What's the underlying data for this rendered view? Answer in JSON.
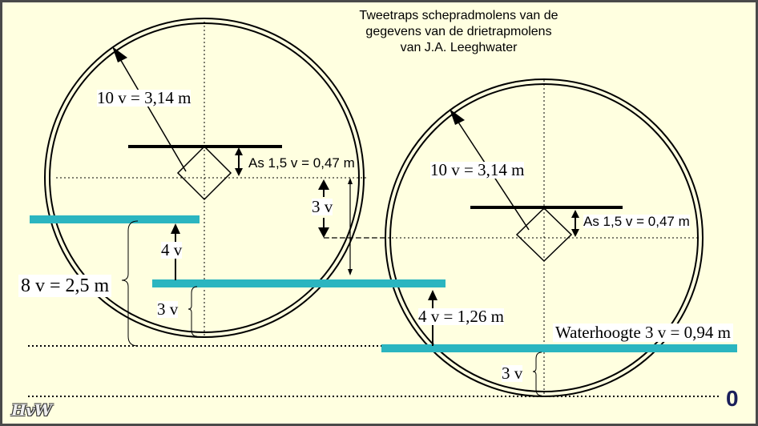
{
  "title_lines": [
    "Tweetraps schepradmolens van de",
    "gegevens van de drietrapmolens",
    "van J.A. Leeghwater"
  ],
  "labels": {
    "radius_left": "10 v = 3,14 m",
    "radius_right": "10 v = 3,14 m",
    "axle_left": "As 1,5 v = 0,47 m",
    "axle_right": "As 1,5 v = 0,47 m",
    "offset_3v": "3 v",
    "left_4v": "4 v",
    "left_3v": "3 v",
    "left_total": "8 v = 2,5 m",
    "right_4v": "4 v  = 1,26 m",
    "waterhoogte": "Waterhoogte 3 v  =  0,94 m",
    "right_3v": "3 v",
    "zero": "0"
  },
  "logo_text": "HvW",
  "colors": {
    "background": "#FFFFE0",
    "water": "#2BB5C0",
    "line": "#000000",
    "frame": "#4a4a4a",
    "zero": "#1a1f5a"
  }
}
